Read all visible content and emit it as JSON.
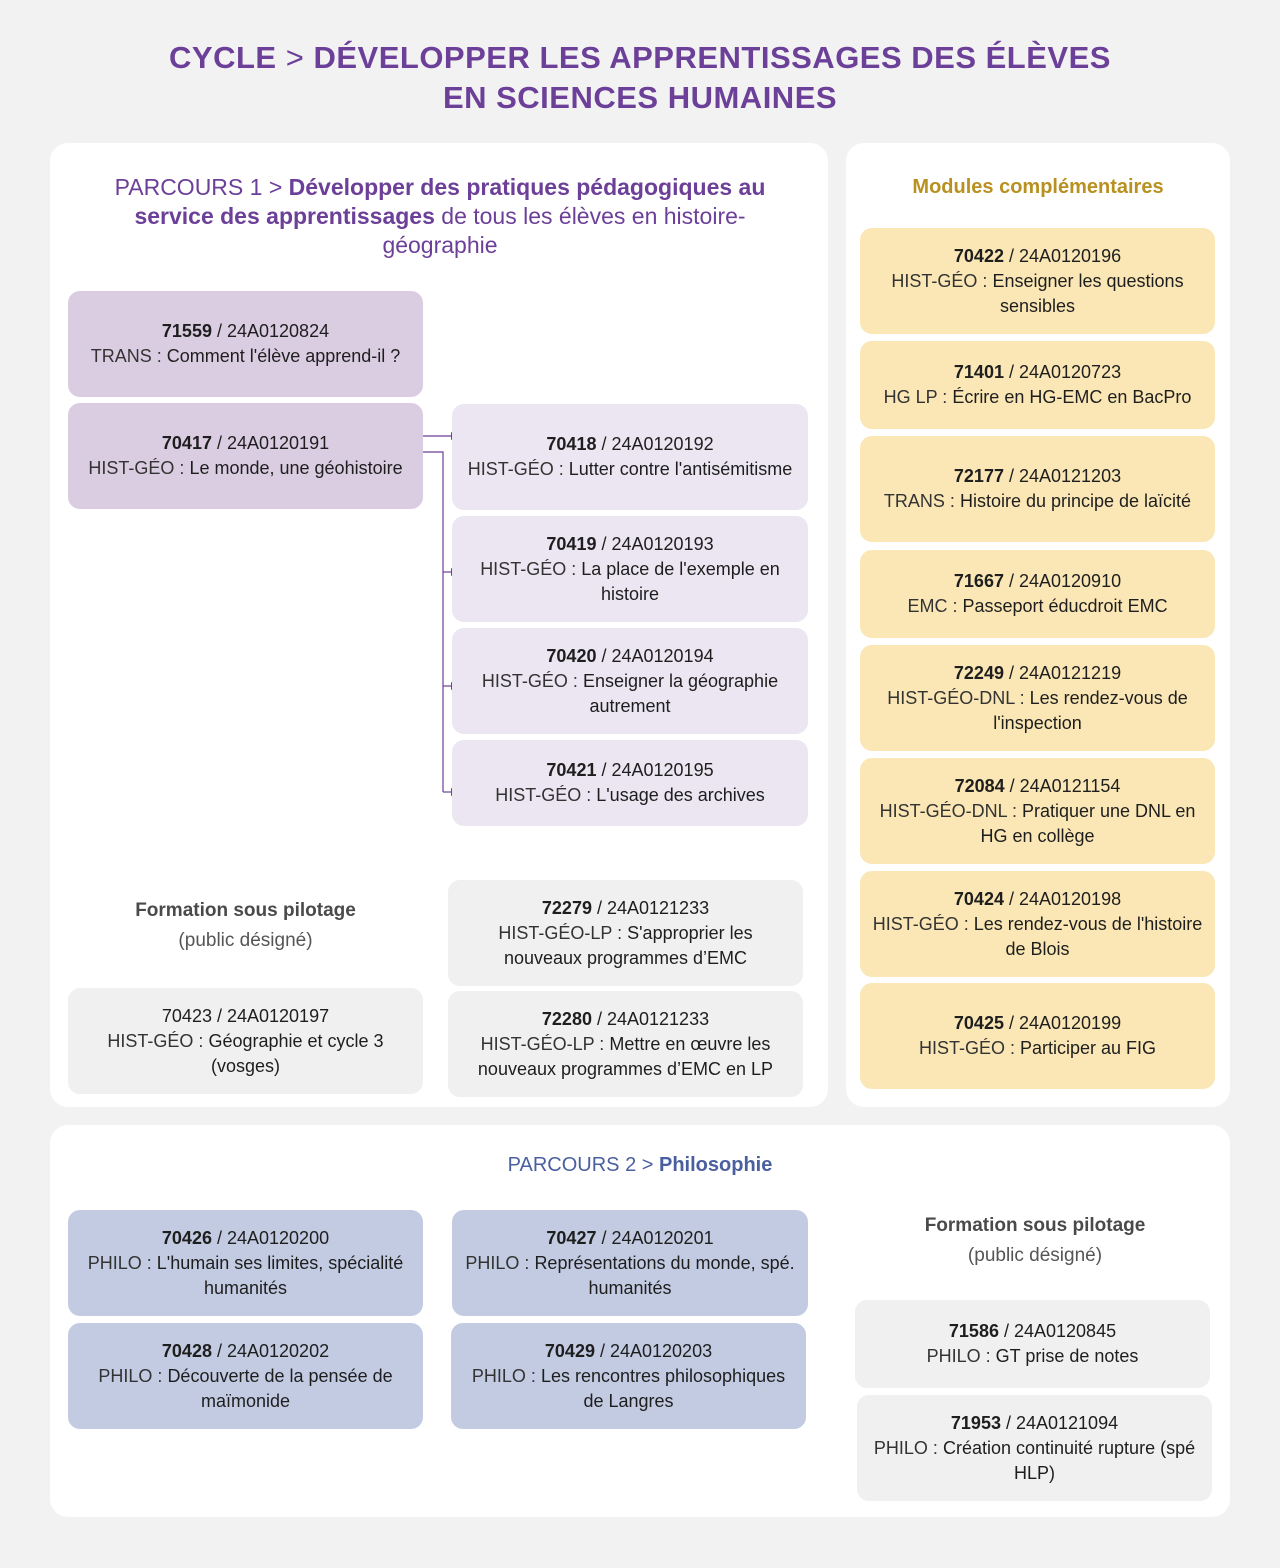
{
  "title": {
    "prefix": "CYCLE",
    "separator": ">",
    "main_line1": "DÉVELOPPER LES APPRENTISSAGES DES ÉLÈVES",
    "main_line2": "EN SCIENCES HUMAINES"
  },
  "parcours1": {
    "label": "PARCOURS 1 >",
    "bold": "Développer des pratiques pédagogiques au service des apprentissages",
    "rest": "de tous les élèves en histoire-géographie",
    "cards": [
      {
        "code": "71559",
        "id": "24A0120824",
        "domain": "TRANS :",
        "label": "Comment l'élève apprend-il ?"
      },
      {
        "code": "70417",
        "id": "24A0120191",
        "domain": "HIST-GÉO :",
        "label": "Le monde, une géohistoire"
      },
      {
        "code": "70418",
        "id": "24A0120192",
        "domain": "HIST-GÉO :",
        "label": "Lutter contre l'antisémitisme"
      },
      {
        "code": "70419",
        "id": "24A0120193",
        "domain": "HIST-GÉO :",
        "label": "La place de l'exemple en histoire"
      },
      {
        "code": "70420",
        "id": "24A0120194",
        "domain": "HIST-GÉO :",
        "label": "Enseigner la géographie autrement"
      },
      {
        "code": "70421",
        "id": "24A0120195",
        "domain": "HIST-GÉO :",
        "label": "L'usage des archives"
      }
    ],
    "pilot": {
      "title": "Formation sous pilotage",
      "subtitle": "(public désigné)"
    },
    "pilot_cards": [
      {
        "code": "70423",
        "id": "24A0120197",
        "domain": "HIST-GÉO :",
        "label": "Géographie et cycle 3 (vosges)"
      },
      {
        "code": "72279",
        "id": "24A0121233",
        "domain": "HIST-GÉO-LP :",
        "label": "S'approprier les nouveaux programmes d’EMC"
      },
      {
        "code": "72280",
        "id": "24A0121233",
        "domain": "HIST-GÉO-LP :",
        "label": "Mettre en œuvre les nouveaux programmes d’EMC en LP"
      }
    ]
  },
  "modules": {
    "title": "Modules complémentaires",
    "cards": [
      {
        "code": "70422",
        "id": "24A0120196",
        "domain": "HIST-GÉO :",
        "label": "Enseigner les questions sensibles"
      },
      {
        "code": "71401",
        "id": "24A0120723",
        "domain": "HG LP :",
        "label": "Écrire en HG-EMC en BacPro"
      },
      {
        "code": "72177",
        "id": "24A0121203",
        "domain": "TRANS :",
        "label": "Histoire du principe de laïcité"
      },
      {
        "code": "71667",
        "id": "24A0120910",
        "domain": "EMC :",
        "label": "Passeport éducdroit EMC"
      },
      {
        "code": "72249",
        "id": "24A0121219",
        "domain": "HIST-GÉO-DNL :",
        "label": "Les rendez-vous de l'inspection"
      },
      {
        "code": "72084",
        "id": "24A0121154",
        "domain": "HIST-GÉO-DNL :",
        "label": "Pratiquer une DNL en HG en collège"
      },
      {
        "code": "70424",
        "id": "24A0120198",
        "domain": "HIST-GÉO :",
        "label": "Les rendez-vous de l'histoire de Blois"
      },
      {
        "code": "70425",
        "id": "24A0120199",
        "domain": "HIST-GÉO :",
        "label": "Participer au FIG"
      }
    ]
  },
  "parcours2": {
    "label": "PARCOURS 2 >",
    "bold": "Philosophie",
    "cards": [
      {
        "code": "70426",
        "id": "24A0120200",
        "domain": "PHILO :",
        "label": "L'humain ses limites, spécialité humanités"
      },
      {
        "code": "70427",
        "id": "24A0120201",
        "domain": "PHILO :",
        "label": "Représentations du monde, spé. humanités"
      },
      {
        "code": "70428",
        "id": "24A0120202",
        "domain": "PHILO :",
        "label": "Découverte de la pensée de maïmonide"
      },
      {
        "code": "70429",
        "id": "24A0120203",
        "domain": "PHILO :",
        "label": "Les rencontres philosophiques de Langres"
      }
    ],
    "pilot": {
      "title": "Formation sous pilotage",
      "subtitle": "(public désigné)"
    },
    "pilot_cards": [
      {
        "code": "71586",
        "id": "24A0120845",
        "domain": "PHILO :",
        "label": "GT prise de notes"
      },
      {
        "code": "71953",
        "id": "24A0121094",
        "domain": "PHILO :",
        "label": "Création continuité rupture (spé HLP)"
      }
    ]
  },
  "colors": {
    "title": "#6c3f98",
    "modules_title": "#b89120",
    "parcours2_title": "#4a5fa0",
    "card_purple_dark": "#dacde2",
    "card_purple_light": "#ebe6f1",
    "card_yellow": "#fae7b5",
    "card_grey": "#f0f0f0",
    "card_blue": "#c2cbe2",
    "connector": "#6c3f98"
  }
}
